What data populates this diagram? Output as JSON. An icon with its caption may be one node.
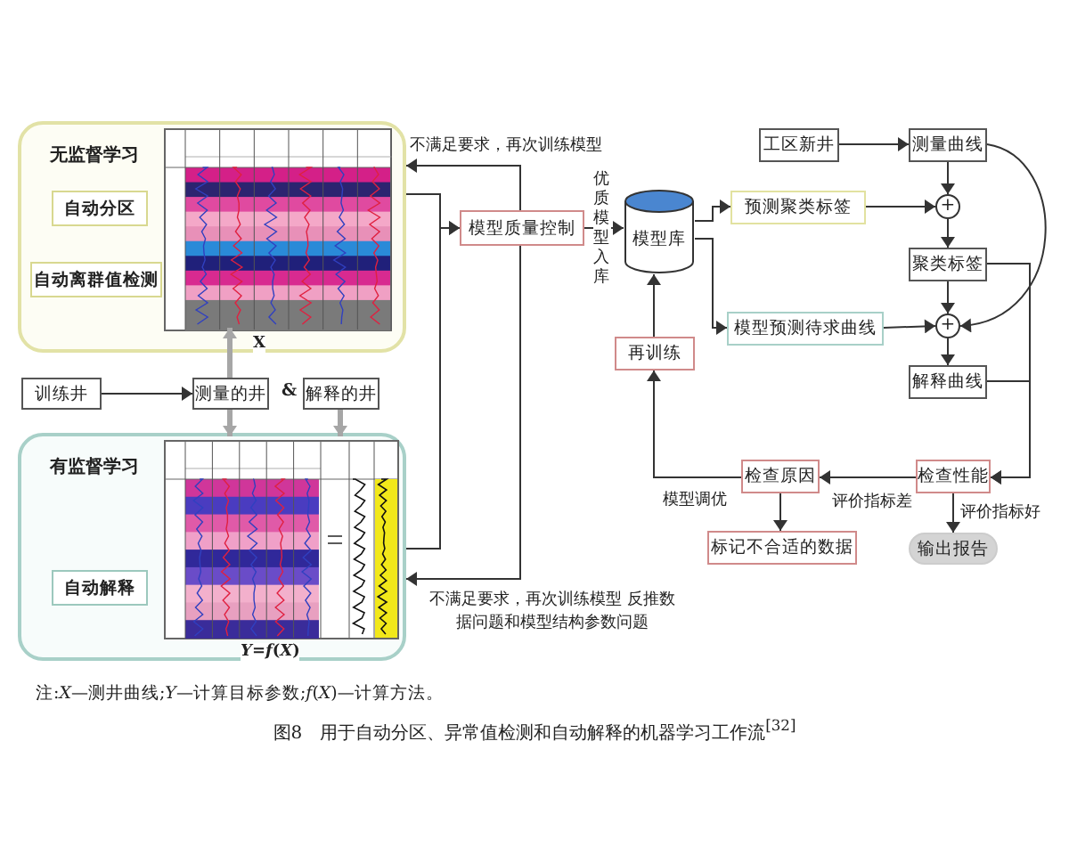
{
  "diagram": {
    "caption": "图8　用于自动分区、异常值检测和自动解释的机器学习工作流$^{[32]}$",
    "nodes": [
      {
        "text": [
          "无监督学习"
        ]
      },
      {
        "text": [
          "自动分区"
        ],
        "in": 0
      },
      {
        "text": [
          "自动离群值检测"
        ],
        "in": 0
      },
      {
        "text": [],
        "shape": "picture",
        "in": 0,
        "beside": [
          "X"
        ]
      },
      {
        "text": [
          "训练井"
        ]
      },
      {
        "text": [
          "测量的井"
        ]
      },
      {
        "text": [
          "解释的井"
        ]
      },
      {
        "text": [
          "有监督学习"
        ]
      },
      {
        "text": [
          "自动解释"
        ],
        "in": 7
      },
      {
        "text": [],
        "shape": "picture",
        "in": 7,
        "beside": [
          "*Y*=*f*(*X*)"
        ]
      },
      {
        "text": [
          "模型质量控制"
        ]
      },
      {
        "text": [
          "模型库"
        ]
      },
      {
        "text": [
          "预测聚类标签"
        ]
      },
      {
        "text": [
          "模型预测待求曲线"
        ]
      },
      {
        "text": [
          "再训练"
        ]
      },
      {
        "text": [
          "工区新井"
        ]
      },
      {
        "text": [
          "测量曲线"
        ]
      },
      {
        "text": [
          "+"
        ]
      },
      {
        "text": [
          "聚类标签"
        ]
      },
      {
        "text": [
          "+"
        ]
      },
      {
        "text": [
          "解释曲线"
        ]
      },
      {
        "text": [
          "检查性能"
        ]
      },
      {
        "text": [
          "检查原因"
        ]
      },
      {
        "text": [
          "标记不合适的数据"
        ]
      },
      {
        "text": [
          "输出报告"
        ]
      }
    ],
    "edges": [
      {
        "from": 4,
        "to": 5,
        "arrow": "to"
      },
      {
        "from": 5,
        "to": 3,
        "arrow": "to",
        "style": "thick",
        "color": "#a6a6a6"
      },
      {
        "from": 5,
        "to": 9,
        "arrow": "to",
        "style": "thick",
        "color": "#a6a6a6"
      },
      {
        "from": 6,
        "to": 9,
        "arrow": "to",
        "style": "thick",
        "color": "#a6a6a6"
      },
      {
        "from": 0,
        "to": 10,
        "arrow": "to"
      },
      {
        "from": 7,
        "to": 10,
        "arrow": "to"
      },
      {
        "from": 10,
        "to": 0,
        "arrow": "to",
        "label": "不满足要求，再次训练模型"
      },
      {
        "from": 10,
        "to": 7,
        "arrow": "to",
        "label": "不满足要求，再次训练模型 反推数据问题和模型结构参数问题"
      },
      {
        "from": 10,
        "to": 11,
        "arrow": "to",
        "label": "优质模型入库"
      },
      {
        "from": 11,
        "to": 12,
        "arrow": "to"
      },
      {
        "from": 11,
        "to": 13,
        "arrow": "to"
      },
      {
        "from": 14,
        "to": 11,
        "arrow": "to"
      },
      {
        "from": 15,
        "to": 16,
        "arrow": "to"
      },
      {
        "from": 16,
        "to": 17,
        "arrow": "to"
      },
      {
        "from": 12,
        "to": 17,
        "arrow": "to"
      },
      {
        "from": 17,
        "to": 18,
        "arrow": "to"
      },
      {
        "from": 18,
        "to": 19,
        "arrow": "to"
      },
      {
        "from": 13,
        "to": 19,
        "arrow": "to"
      },
      {
        "from": 16,
        "to": 19,
        "arrow": "to"
      },
      {
        "from": 19,
        "to": 20,
        "arrow": "to"
      },
      {
        "from": 18,
        "to": 21,
        "arrow": "to"
      },
      {
        "from": 20,
        "to": 21,
        "arrow": "to"
      },
      {
        "from": 21,
        "to": 22,
        "arrow": "to",
        "label": "评价指标差"
      },
      {
        "from": 21,
        "to": 24,
        "arrow": "to",
        "label": "评价指标好"
      },
      {
        "from": 22,
        "to": 23,
        "arrow": "to"
      },
      {
        "from": 22,
        "to": 14,
        "arrow": "to",
        "label": "模型调优"
      }
    ],
    "labels": [
      "&",
      "注:*X*—测井曲线;*Y*—计算目标参数;*f*(*X*)—计算方法。"
    ]
  }
}
